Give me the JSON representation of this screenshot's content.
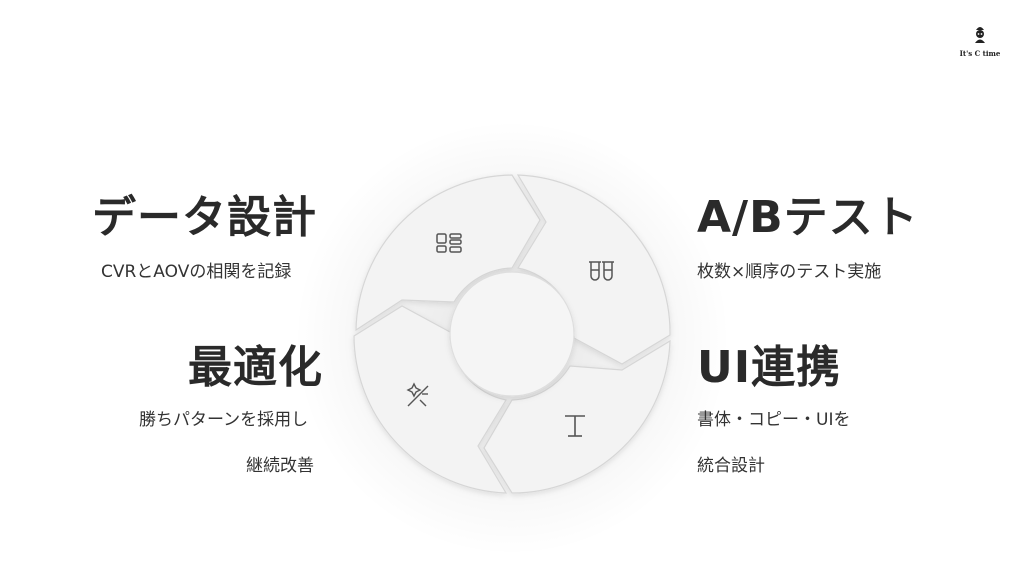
{
  "logo": {
    "text": "It's C time",
    "icon": "mascot-icon"
  },
  "sections": {
    "top_left": {
      "title": "データ設計",
      "lines": [
        "CVRとAOVの相関を記録"
      ],
      "icon": "grid-icon"
    },
    "top_right": {
      "title": "A/Bテスト",
      "lines": [
        "枚数×順序のテスト実施"
      ],
      "icon": "test-tubes-icon"
    },
    "bottom_left": {
      "title": "最適化",
      "lines": [
        "勝ちパターンを採用し",
        "継続改善"
      ],
      "icon": "magic-wand-icon"
    },
    "bottom_right": {
      "title": "UI連携",
      "lines": [
        "書体・コピー・UIを",
        "統合設計"
      ],
      "icon": "text-cursor-icon"
    }
  },
  "colors": {
    "segment": "#f1f1f1",
    "segment_stroke": "#d9d9d9",
    "text": "#2b2b2b"
  }
}
